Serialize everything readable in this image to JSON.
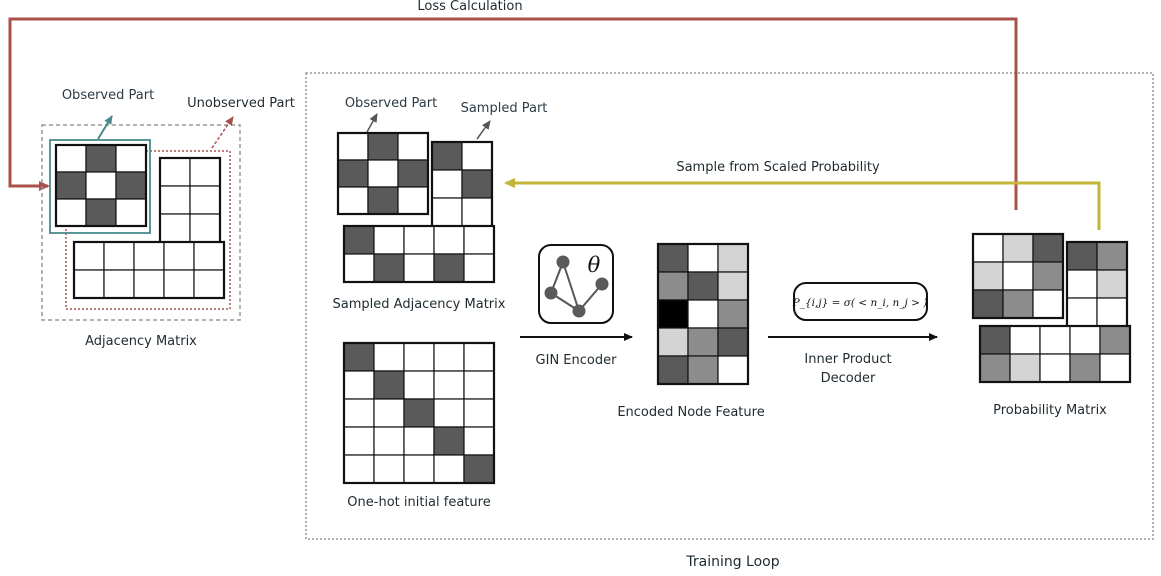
{
  "labels": {
    "loss_calculation": "Loss Calculation",
    "observed_part_left": "Observed Part",
    "unobserved_part": "Unobserved Part",
    "adjacency_matrix": "Adjacency Matrix",
    "observed_part_inner": "Observed Part",
    "sampled_part": "Sampled Part",
    "sample_from_scaled_probability": "Sample from Scaled Probability",
    "sampled_adjacency_matrix": "Sampled Adjacency Matrix",
    "one_hot_initial_feature": "One-hot initial feature",
    "gin_encoder": "GIN Encoder",
    "encoded_node_feature": "Encoded Node Feature",
    "inner_product_decoder_line1": "Inner Product",
    "inner_product_decoder_line2": "Decoder",
    "probability_matrix": "Probability Matrix",
    "training_loop": "Training Loop",
    "theta": "θ",
    "formula": "P_{i,j} = σ( < n_i, n_j > )"
  },
  "colors": {
    "dark_cell": "#5a5a5a",
    "mid_cell": "#8c8c8c",
    "light_cell": "#d4d4d4",
    "black_cell": "#000000",
    "white_cell": "#ffffff",
    "loss_arrow": "#a8504a",
    "sample_arrow": "#c2b53a",
    "observed_box": "#4a8a8a",
    "unobserved_box": "#a8504a",
    "dashed_gray": "#999999"
  },
  "matrices": {
    "adjacency_observed": [
      [
        0,
        1,
        0
      ],
      [
        1,
        0,
        1
      ],
      [
        0,
        1,
        0
      ]
    ],
    "adjacency_side": [
      [
        0,
        0
      ],
      [
        0,
        0
      ],
      [
        0,
        0
      ],
      [
        0,
        0
      ]
    ],
    "adjacency_bottom": [
      [
        0,
        0,
        0,
        0,
        0
      ],
      [
        0,
        0,
        0,
        0,
        0
      ]
    ],
    "sampled_observed": [
      [
        0,
        1,
        0
      ],
      [
        1,
        0,
        1
      ],
      [
        0,
        1,
        0
      ]
    ],
    "sampled_side": [
      [
        1,
        0
      ],
      [
        0,
        1
      ],
      [
        0,
        0
      ],
      [
        0,
        1
      ]
    ],
    "sampled_bottom": [
      [
        1,
        0,
        0,
        0,
        0
      ],
      [
        0,
        1,
        0,
        1,
        0
      ]
    ],
    "one_hot": [
      [
        1,
        0,
        0,
        0,
        0
      ],
      [
        0,
        1,
        0,
        0,
        0
      ],
      [
        0,
        0,
        1,
        0,
        0
      ],
      [
        0,
        0,
        0,
        1,
        0
      ],
      [
        0,
        0,
        0,
        0,
        1
      ]
    ],
    "encoded": [
      [
        "d",
        "w",
        "l"
      ],
      [
        "m",
        "d",
        "l"
      ],
      [
        "k",
        "w",
        "m"
      ],
      [
        "l",
        "m",
        "d"
      ],
      [
        "d",
        "m",
        "w"
      ]
    ],
    "prob_observed": [
      [
        "w",
        "l",
        "d"
      ],
      [
        "l",
        "w",
        "m"
      ],
      [
        "d",
        "m",
        "w"
      ]
    ],
    "prob_side": [
      [
        "d",
        "m"
      ],
      [
        "w",
        "l"
      ],
      [
        "w",
        "w"
      ],
      [
        "w",
        "w"
      ]
    ],
    "prob_bottom": [
      [
        "d",
        "w",
        "w",
        "w",
        "m"
      ],
      [
        "m",
        "l",
        "w",
        "m",
        "w"
      ]
    ]
  }
}
